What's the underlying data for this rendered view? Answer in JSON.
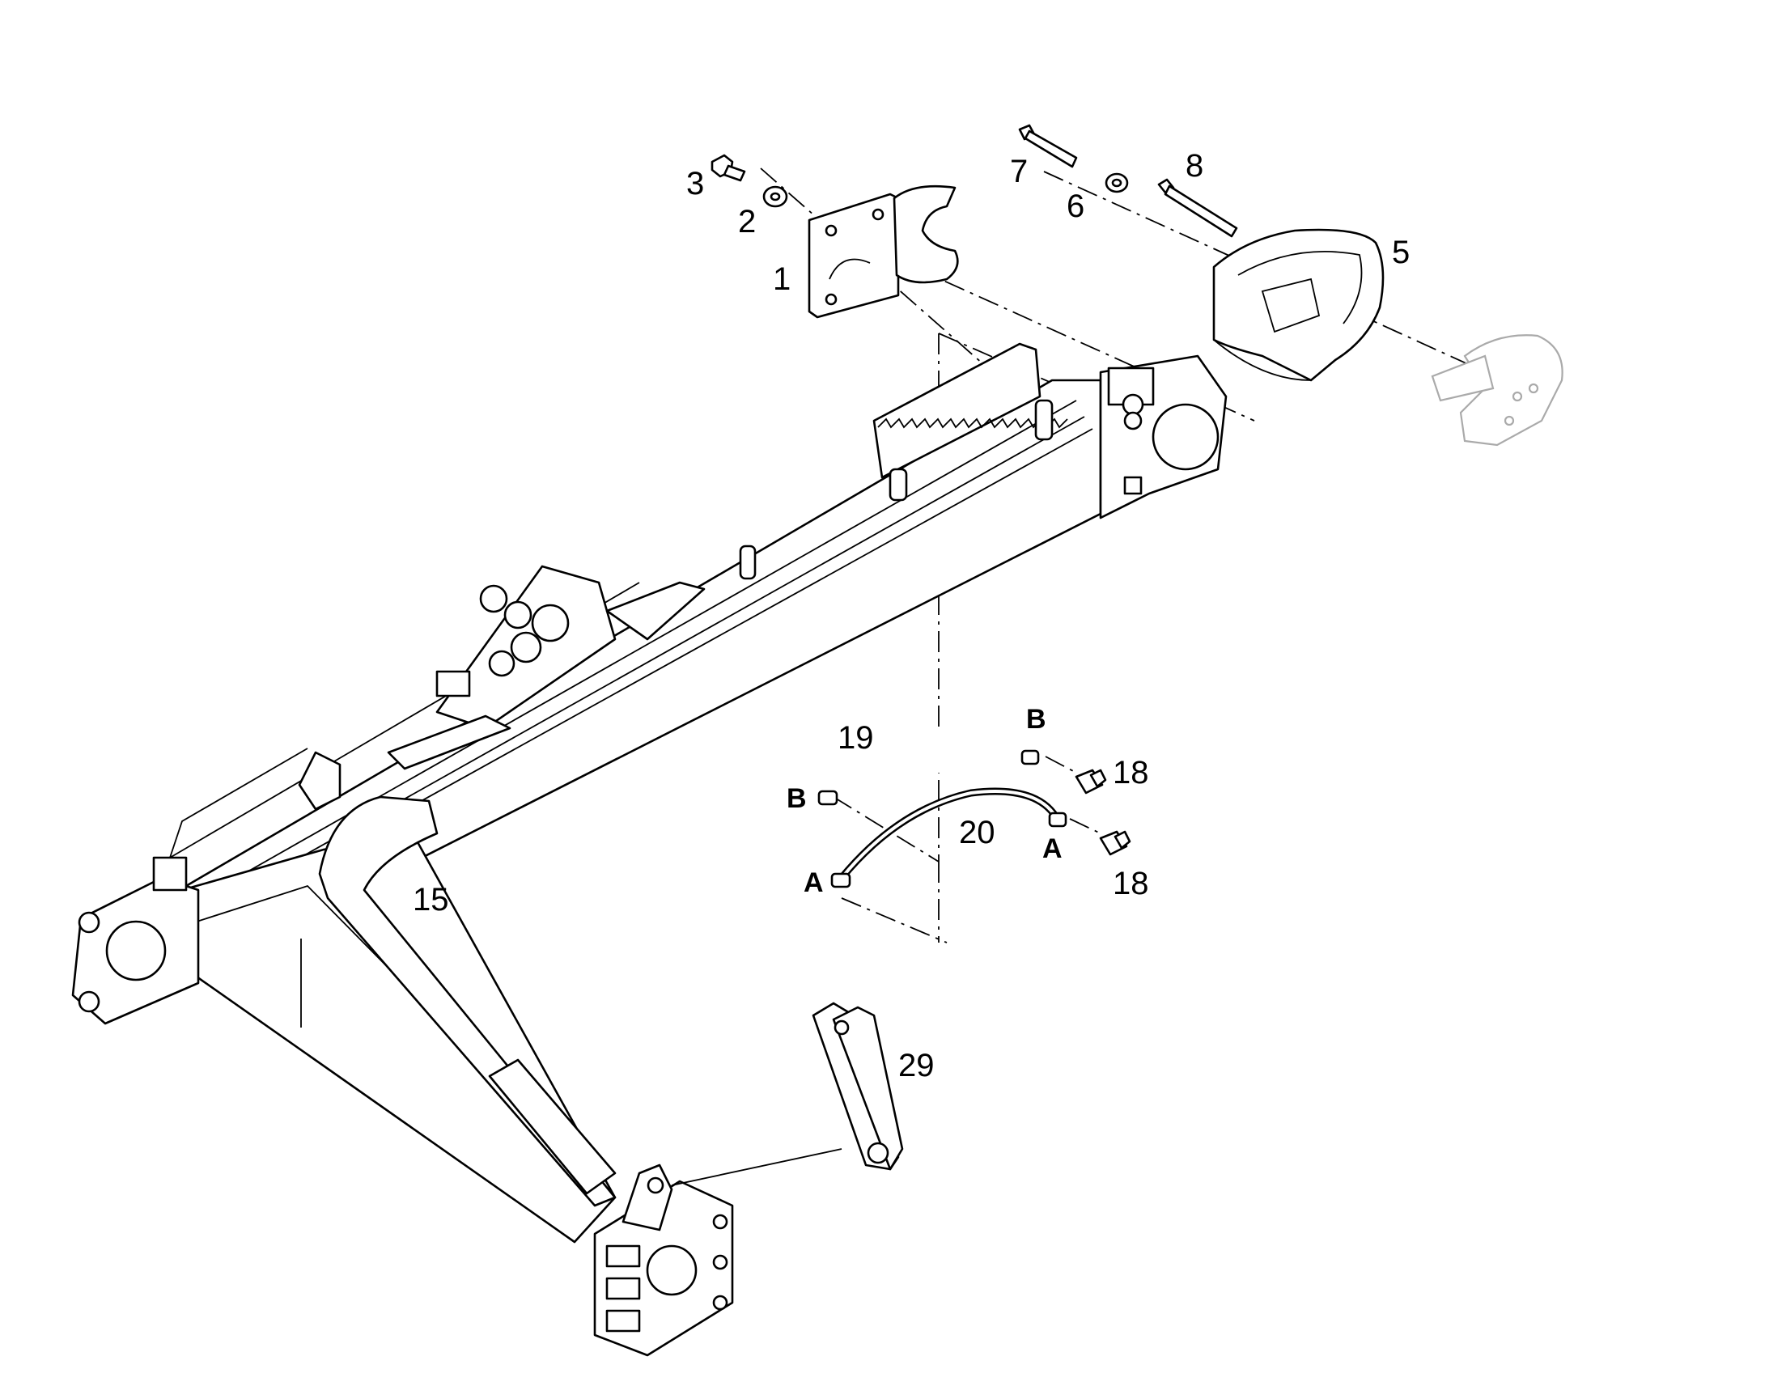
{
  "callouts": {
    "c1": "1",
    "c2": "2",
    "c3": "3",
    "c5": "5",
    "c6": "6",
    "c7": "7",
    "c8": "8",
    "c15": "15",
    "c18a": "18",
    "c18b": "18",
    "c19": "19",
    "c20": "20",
    "c29": "29"
  },
  "port_letters": {
    "b_upper_right": "B",
    "b_left": "B",
    "a_right": "A",
    "a_left": "A"
  },
  "colors": {
    "line": "#000000",
    "ghost_part": "#aaaaaa",
    "background": "#ffffff"
  }
}
